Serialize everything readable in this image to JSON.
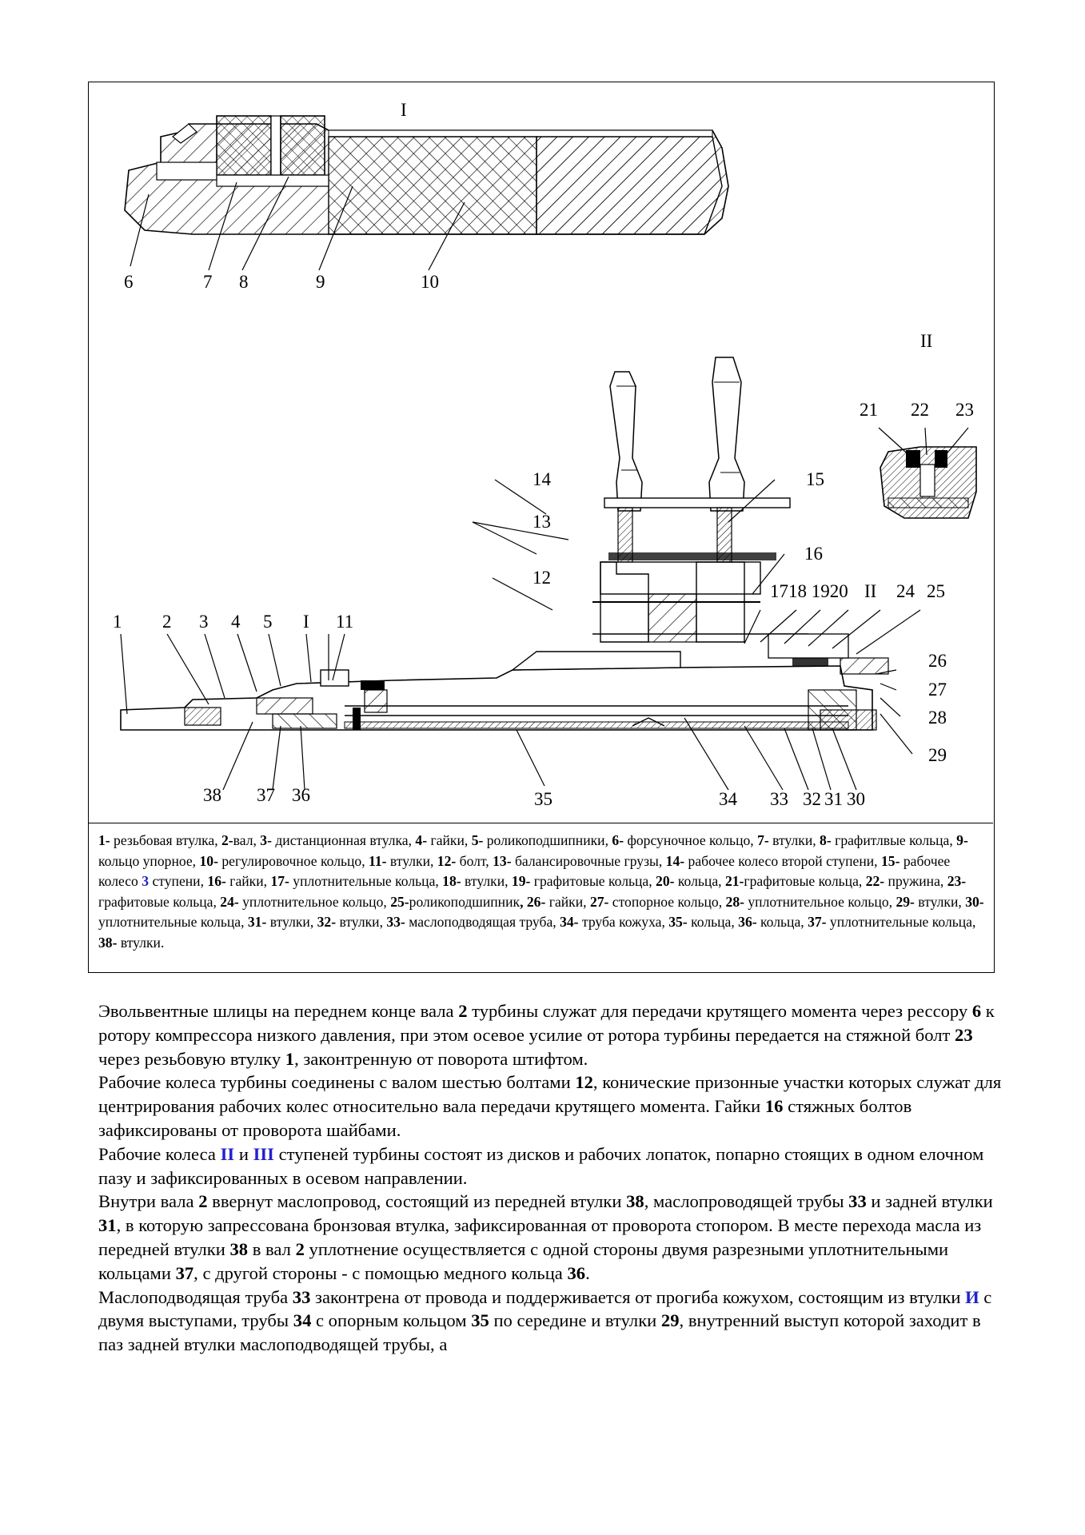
{
  "figure": {
    "detail_I_label": "I",
    "detail_II_label": "II",
    "top_labels": [
      "6",
      "7",
      "8",
      "9",
      "10"
    ],
    "detail_II_labels": [
      "21",
      "22",
      "23"
    ],
    "main_labels": {
      "l1": "1",
      "l2": "2",
      "l3": "3",
      "l4": "4",
      "l5": "5",
      "lI": "I",
      "l11": "11",
      "l12": "12",
      "l13": "13",
      "l14": "14",
      "l15": "15",
      "l16": "16",
      "l17_20": "1718 1920",
      "lII": "II",
      "l24": "24",
      "l25": "25",
      "l26": "26",
      "l27": "27",
      "l28": "28",
      "l29": "29",
      "l38": "38",
      "l37": "37",
      "l36": "36",
      "l35": "35",
      "l34": "34",
      "l33": "33",
      "l32": "32",
      "l31": "31",
      "l30": "30"
    }
  },
  "caption": [
    {
      "n": "1-",
      "t": " резьбовая втулка, "
    },
    {
      "n": "2-",
      "t": "вал, "
    },
    {
      "n": "3-",
      "t": " дистанционная втулка, "
    },
    {
      "n": "4-",
      "t": " гайки, "
    },
    {
      "n": "5-",
      "t": " роликоподшипники, "
    },
    {
      "n": "6-",
      "t": " форсуночное кольцо, "
    },
    {
      "n": "7-",
      "t": " втулки, "
    },
    {
      "n": "8-",
      "t": " графитлвые кольца, "
    },
    {
      "n": "9-",
      "t": " кольцо упорное, "
    },
    {
      "n": "10-",
      "t": " регулировочное кольцо, "
    },
    {
      "n": "11-",
      "t": " втулки, "
    },
    {
      "n": "12-",
      "t": " болт, "
    },
    {
      "n": "13-",
      "t": " балансировочные грузы, "
    },
    {
      "n": "14-",
      "t": " рабочее колесо второй ступени, "
    },
    {
      "n": "15-",
      "t": " рабочее колесо "
    },
    {
      "blue": "3"
    },
    {
      "t": " ступени, "
    },
    {
      "n": "16-",
      "t": " гайки, "
    },
    {
      "n": "17-",
      "t": " уплотнительные кольца, "
    },
    {
      "n": "18-",
      "t": " втулки, "
    },
    {
      "n": "19-",
      "t": " графитовые кольца, "
    },
    {
      "n": "20-",
      "t": " кольца, "
    },
    {
      "n": "21-",
      "t": "графитовые кольца, "
    },
    {
      "n": "22-",
      "t": " пружина, "
    },
    {
      "n": "23-",
      "t": " графитовые кольца, "
    },
    {
      "n": "24-",
      "t": " уплотнительное кольцо, "
    },
    {
      "n": "25-",
      "t": "роликоподшипник"
    },
    {
      "n": ",",
      "t": " "
    },
    {
      "n": "26-",
      "t": " гайки, "
    },
    {
      "n": "27-",
      "t": " стопорное кольцо, "
    },
    {
      "n": "28-",
      "t": " уплотнительное кольцо, "
    },
    {
      "n": "29-",
      "t": " втулки, "
    },
    {
      "n": "30-",
      "t": " уплотнительные кольца, "
    },
    {
      "n": "31-",
      "t": " втулки, "
    },
    {
      "n": "32-",
      "t": " втулки, "
    },
    {
      "n": "33-",
      "t": " маслоподводящая труба, "
    },
    {
      "n": "34-",
      "t": " труба кожуха, "
    },
    {
      "n": "35-",
      "t": " кольца, "
    },
    {
      "n": "36-",
      "t": " кольца, "
    },
    {
      "n": "37-",
      "t": " уплотнительные кольца, "
    },
    {
      "n": "38-",
      "t": " втулки."
    }
  ],
  "paragraphs": [
    [
      {
        "t": "Эвольвентные шлицы на переднем конце вала "
      },
      {
        "b": "2"
      },
      {
        "t": " турбины служат для передачи крутящего момента через рессору "
      },
      {
        "b": "6"
      },
      {
        "t": "  к ротору компрессора низкого давления, при этом осевое усилие от ротора турбины передается на стяжной болт "
      },
      {
        "b": "23"
      },
      {
        "t": "  через резьбовую втулку "
      },
      {
        "b": "1"
      },
      {
        "t": ", законтренную от поворота штифтом."
      }
    ],
    [
      {
        "t": "Рабочие колеса турбины соединены с валом шестью болтами "
      },
      {
        "b": "12"
      },
      {
        "t": ", конические призонные участки которых служат для центрирования рабочих колес относительно вала передачи крутящего момента. Гайки "
      },
      {
        "b": "16"
      },
      {
        "t": " стяжных болтов зафиксированы от проворота шайбами."
      }
    ],
    [
      {
        "t": "Рабочие колеса "
      },
      {
        "blue": "II"
      },
      {
        "t": " и "
      },
      {
        "blue": "III"
      },
      {
        "t": " ступеней турбины состоят из дисков и рабочих лопаток, попарно стоящих в одном елочном пазу и зафиксированных в осевом направлении."
      }
    ],
    [
      {
        "t": "Внутри вала "
      },
      {
        "b": "2"
      },
      {
        "t": " ввернут маслопровод, состоящий из передней втулки "
      },
      {
        "b": "38"
      },
      {
        "t": ", маслопроводящей трубы "
      },
      {
        "b": "33"
      },
      {
        "t": " и задней втулки "
      },
      {
        "b": "31"
      },
      {
        "t": ", в которую запрессована бронзовая втулка, зафиксированная от проворота стопором. В месте перехода масла из передней втулки "
      },
      {
        "b": "38"
      },
      {
        "t": " в вал "
      },
      {
        "b": "2"
      },
      {
        "t": " уплотнение осуществляется с одной стороны двумя разрезными уплотнительными кольцами "
      },
      {
        "b": "37"
      },
      {
        "t": ", с другой стороны - с помощью медного кольца "
      },
      {
        "b": "36"
      },
      {
        "t": "."
      }
    ],
    [
      {
        "t": "Маслоподводящая труба "
      },
      {
        "b": "33"
      },
      {
        "t": " законтрена от провода и поддерживается от прогиба кожухом, состоящим из втулки "
      },
      {
        "blue": "И"
      },
      {
        "t": " с двумя выступами, трубы "
      },
      {
        "b": "34"
      },
      {
        "t": " с опорным кольцом "
      },
      {
        "b": "35"
      },
      {
        "t": " по середине и втулки "
      },
      {
        "b": "29"
      },
      {
        "t": ", внутренний выступ которой заходит в паз задней втулки маслоподводящей трубы, а"
      }
    ]
  ]
}
